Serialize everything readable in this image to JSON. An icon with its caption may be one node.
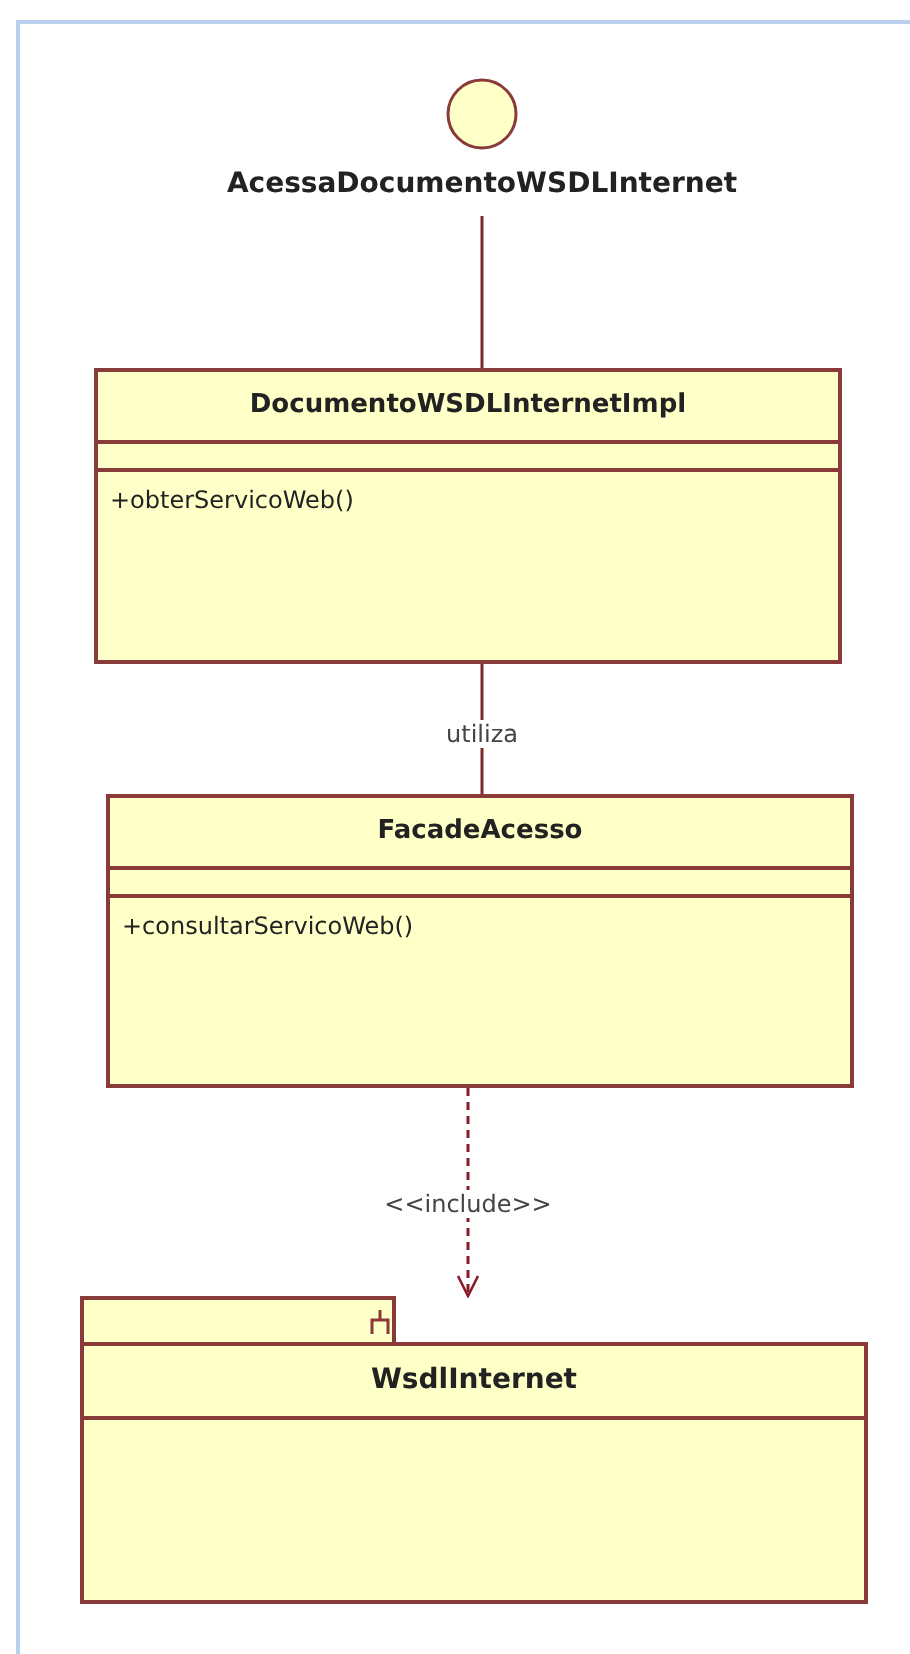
{
  "diagram": {
    "nodes": [
      {
        "text": [
          "AcessaDocumentoWSDLInternet"
        ]
      },
      {
        "text": [
          "DocumentoWSDLInternetImpl",
          "+obterServicoWeb()"
        ]
      },
      {
        "text": [
          "FacadeAcesso",
          "+consultarServicoWeb()"
        ]
      },
      {
        "text": [
          "WsdlInternet"
        ]
      }
    ],
    "edges": [
      {
        "from": 0,
        "to": 1,
        "arrow": "none"
      },
      {
        "from": 1,
        "to": 2,
        "arrow": "none",
        "label": "utiliza"
      },
      {
        "from": 2,
        "to": 3,
        "arrow": "to",
        "label": "<<include>>",
        "style": "dashed"
      }
    ]
  }
}
